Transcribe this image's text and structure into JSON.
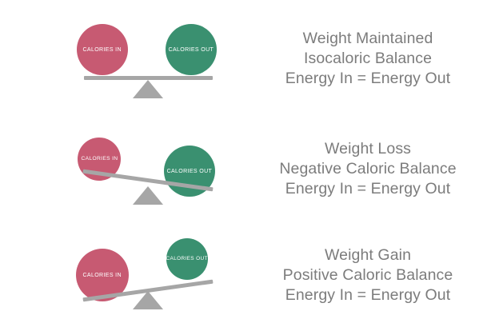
{
  "colors": {
    "background": "#ffffff",
    "calories_in": "#c75a72",
    "calories_out": "#3a9070",
    "beam_gray": "#a6a6a6",
    "text_gray": "#7c7c7c",
    "label_text": "#ffffff"
  },
  "labels": {
    "calories_in": "CALORIES IN",
    "calories_out": "CALORIES OUT"
  },
  "rows": [
    {
      "state": "balanced",
      "tilt_degrees": 0,
      "in_label": "CALORIES IN",
      "out_label": "CALORIES OUT",
      "in_size": 64,
      "out_size": 64,
      "caption_line1": "Weight Maintained",
      "caption_line2": "Isocaloric Balance",
      "caption_line3": "Energy In = Energy Out"
    },
    {
      "state": "tilted-right-down",
      "tilt_degrees": 8,
      "in_label": "CALORIES IN",
      "out_label": "CALORIES OUT",
      "in_size": 54,
      "out_size": 64,
      "caption_line1": "Weight Loss",
      "caption_line2": "Negative Caloric Balance",
      "caption_line3": "Energy In = Energy Out"
    },
    {
      "state": "tilted-left-down",
      "tilt_degrees": -8,
      "in_label": "CALORIES IN",
      "out_label": "CALORIES OUT",
      "in_size": 66,
      "out_size": 52,
      "caption_line1": "Weight Gain",
      "caption_line2": "Positive Caloric Balance",
      "caption_line3": "Energy In = Energy Out"
    }
  ]
}
